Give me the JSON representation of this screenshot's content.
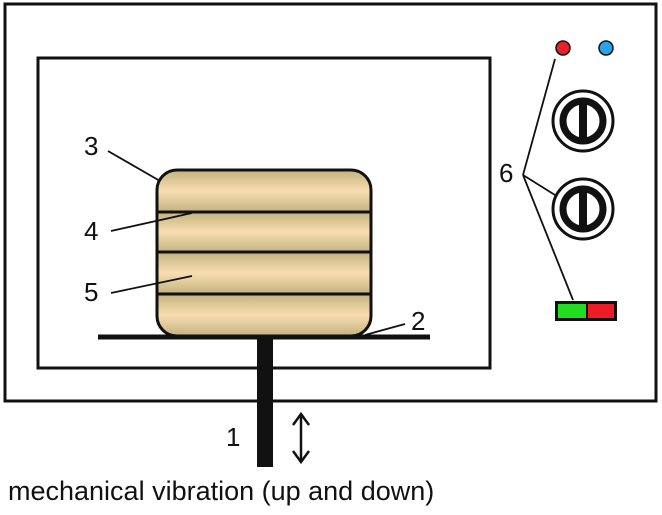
{
  "labels": {
    "shaker_rod": "1",
    "platform": "2",
    "layer_top": "3",
    "layer_middle": "4",
    "layer_lower": "5",
    "controls": "6"
  },
  "caption": "mechanical vibration (up and down)",
  "colors": {
    "indicator_left": "#e8202a",
    "indicator_right": "#2ba3e8",
    "switch_left": "#22dd22",
    "switch_right": "#ee1c24",
    "sample_light": "#f8ddb0",
    "sample_dark": "#c3b27f"
  },
  "icons": {
    "motion": "double-arrow-vertical-icon",
    "knob": "rotary-knob-icon"
  }
}
